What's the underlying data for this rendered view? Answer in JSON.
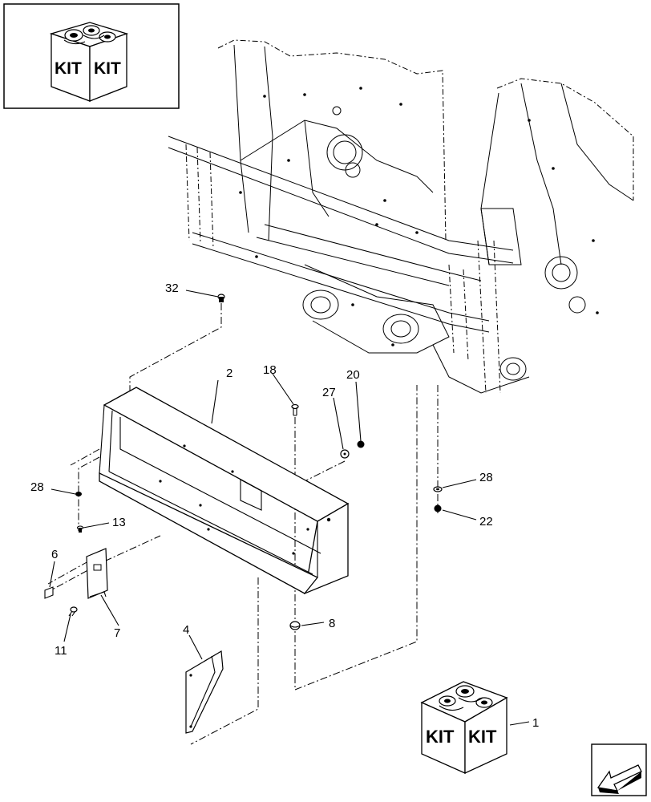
{
  "kit_label": "KIT",
  "callouts": {
    "c1": "1",
    "c2": "2",
    "c4": "4",
    "c6": "6",
    "c7": "7",
    "c8": "8",
    "c11": "11",
    "c13": "13",
    "c18": "18",
    "c20": "20",
    "c22": "22",
    "c27": "27",
    "c28a": "28",
    "c28b": "28",
    "c32": "32"
  },
  "icons": {
    "kit_box": "kit-box-icon",
    "nav_arrow": "view-direction-arrow-icon"
  }
}
